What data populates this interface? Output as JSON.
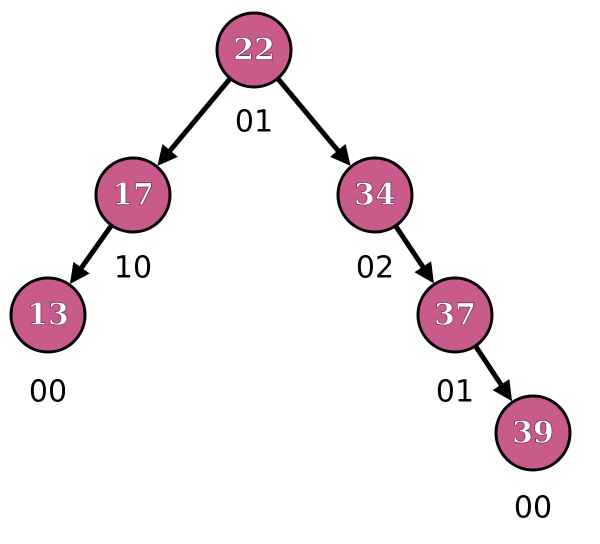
{
  "colors": {
    "node_fill": "#c85a8c",
    "node_stroke": "#000000",
    "key_text": "#ffffff",
    "edge": "#000000"
  },
  "tree": {
    "nodes": [
      {
        "id": "n22",
        "key": "22",
        "balance": "01"
      },
      {
        "id": "n17",
        "key": "17",
        "balance": "10"
      },
      {
        "id": "n34",
        "key": "34",
        "balance": "02"
      },
      {
        "id": "n13",
        "key": "13",
        "balance": "00"
      },
      {
        "id": "n37",
        "key": "37",
        "balance": "01"
      },
      {
        "id": "n39",
        "key": "39",
        "balance": "00"
      }
    ],
    "edges": [
      {
        "from": "n22",
        "to": "n17"
      },
      {
        "from": "n22",
        "to": "n34"
      },
      {
        "from": "n17",
        "to": "n13"
      },
      {
        "from": "n34",
        "to": "n37"
      },
      {
        "from": "n37",
        "to": "n39"
      }
    ]
  }
}
